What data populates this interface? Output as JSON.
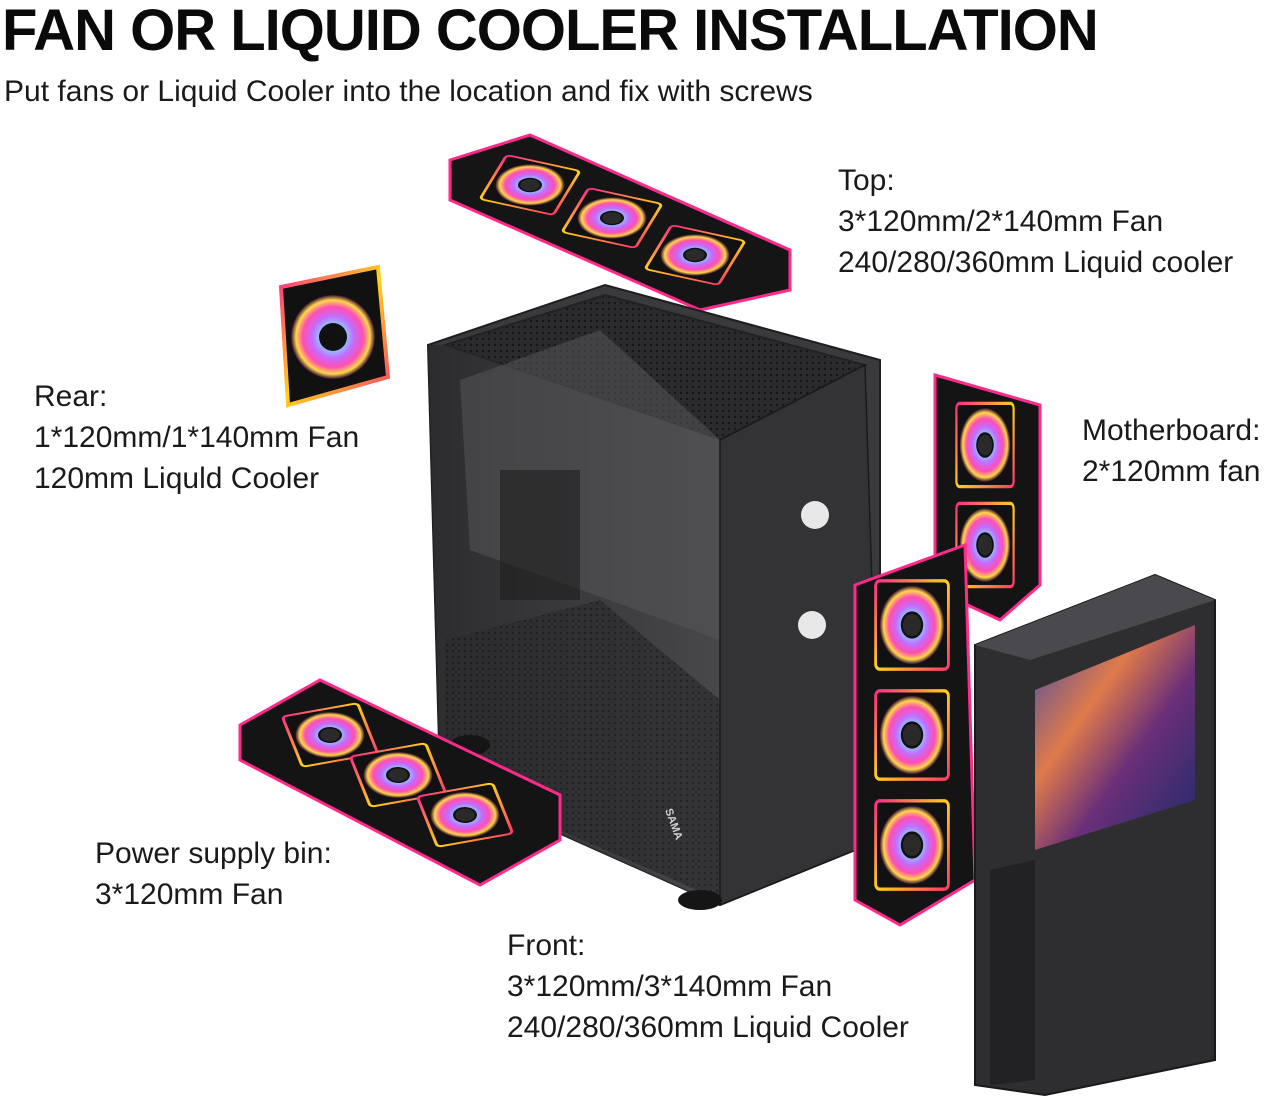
{
  "header": {
    "title": "FAN OR LIQUID COOLER INSTALLATION",
    "subtitle": "Put fans or Liquid Cooler into the location and fix with screws"
  },
  "labels": {
    "top": {
      "heading": "Top:",
      "line1": "3*120mm/2*140mm Fan",
      "line2": "240/280/360mm Liquid cooler"
    },
    "rear": {
      "heading": "Rear:",
      "line1": "1*120mm/1*140mm Fan",
      "line2": "120mm Liquld Cooler"
    },
    "motherboard": {
      "heading": "Motherboard:",
      "line1": "2*120mm fan"
    },
    "psu": {
      "heading": "Power supply bin:",
      "line1": "3*120mm Fan"
    },
    "front": {
      "heading": "Front:",
      "line1": "3*120mm/3*140mm Fan",
      "line2": "240/280/360mm Liquid Cooler"
    }
  },
  "brand": {
    "case_logo": "SAMA"
  },
  "colors": {
    "fan_ring_a": "#ff2a8a",
    "fan_ring_b": "#ffd21a",
    "fan_ring_c": "#2ad4ff",
    "case_body": "#3a3a3c"
  }
}
